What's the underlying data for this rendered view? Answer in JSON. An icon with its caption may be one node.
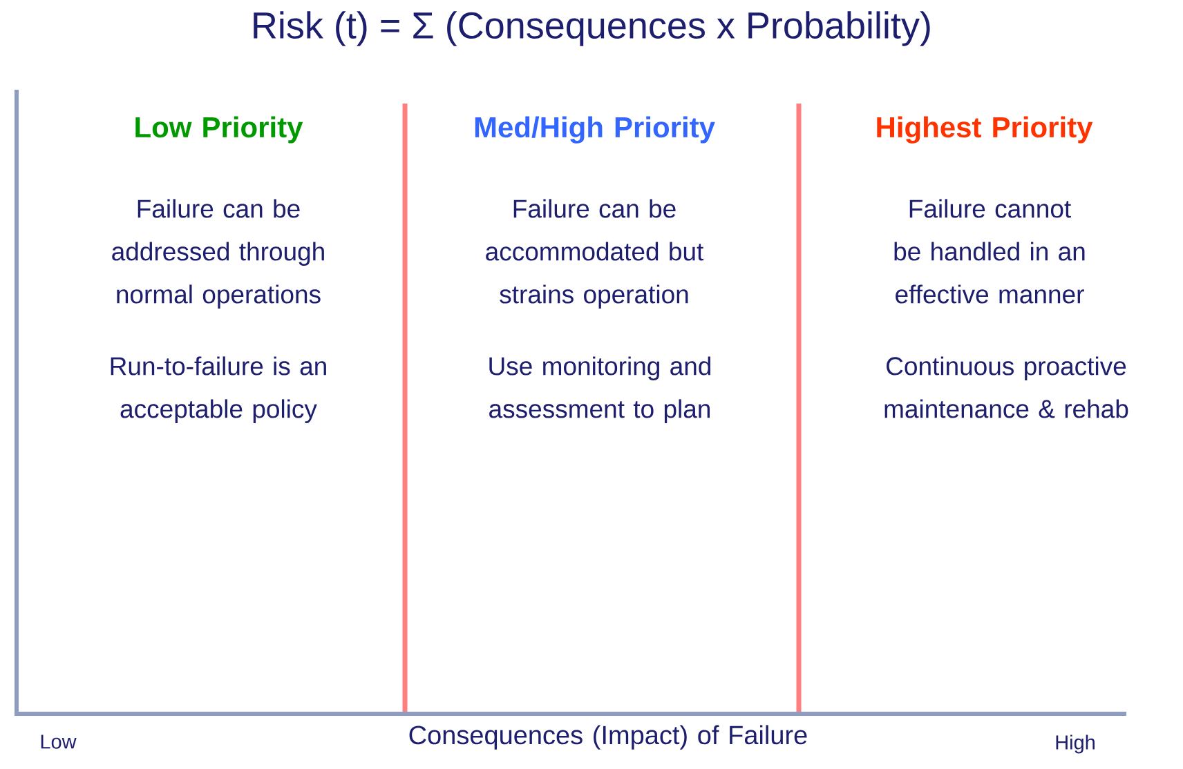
{
  "diagram": {
    "title": "Risk (t) = Σ (Consequences x Probability)",
    "labels": [
      "Low Priority",
      "Med/High Priority",
      "Highest Priority",
      "Failure can be addressed through normal operations",
      "Failure can be accommodated but strains operation",
      "Failure cannot be handled in an effective manner",
      "Run-to-failure is an acceptable policy",
      "Use monitoring and assessment to plan",
      "Continuous proactive maintenance & rehab",
      "Low",
      "Consequences (Impact) of Failure",
      "High"
    ]
  }
}
